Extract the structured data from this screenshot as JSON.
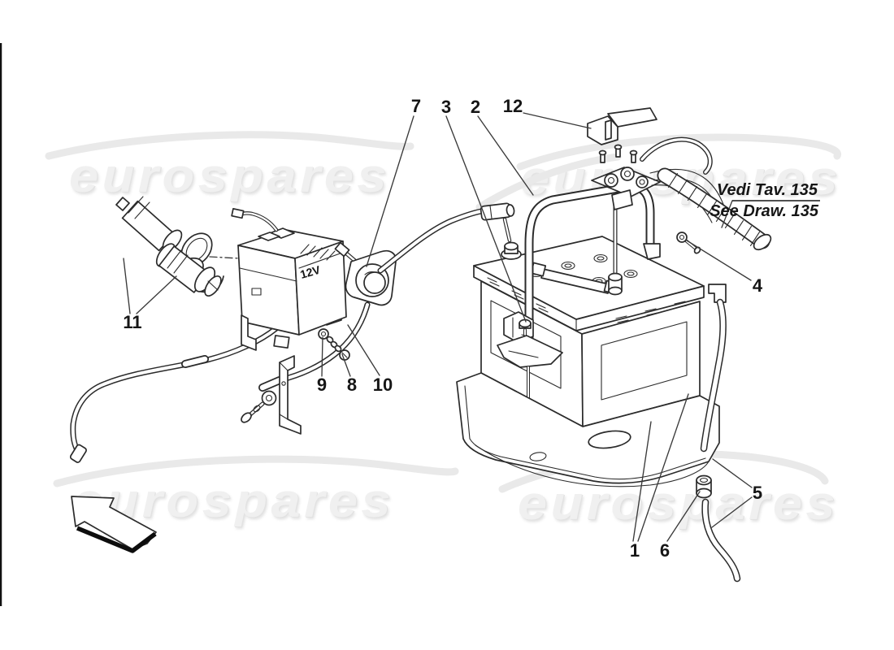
{
  "watermark": {
    "text": "eurospares"
  },
  "note": {
    "line1": "Vedi Tav. 135",
    "line2": "See Draw. 135"
  },
  "labels": {
    "battery_voltage": "12V"
  },
  "callouts": {
    "c7": "7",
    "c3": "3",
    "c2": "2",
    "c12": "12",
    "c4": "4",
    "c11": "11",
    "c9": "9",
    "c8": "8",
    "c10": "10",
    "c1": "1",
    "c6": "6",
    "c5": "5"
  },
  "colors": {
    "line": "#2b2b2b",
    "watermark": "#f0f0f0",
    "swoosh": "#e9e9e9"
  }
}
